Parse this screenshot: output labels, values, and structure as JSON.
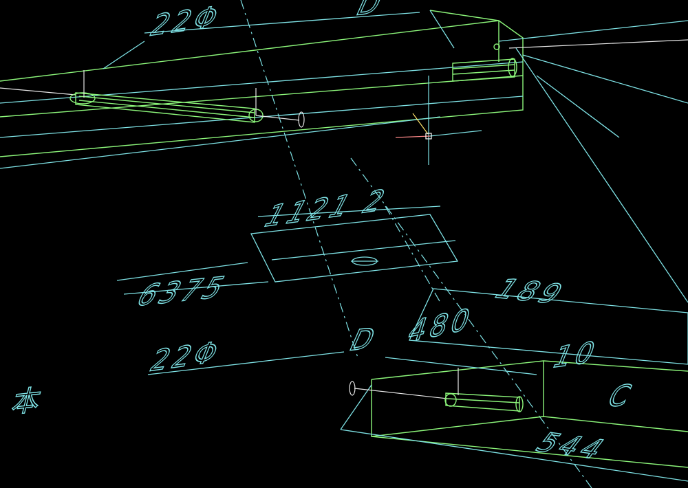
{
  "viewport": {
    "background": "#000000"
  },
  "colors": {
    "line": "#7fe3e6",
    "solid": "#8cf57a",
    "highlight": "#e8e8e8",
    "crosshair_x": "#ff6a6a",
    "crosshair_y": "#ffe36a"
  },
  "dimensions": {
    "d1": "22Φ",
    "d2": "D",
    "d3": "1121 2",
    "d4": "6375",
    "d5": "22Φ",
    "d6": "D",
    "d7": "189",
    "d8": "480",
    "d9": "10",
    "d10": "544",
    "d11": "C",
    "d12": "本"
  }
}
